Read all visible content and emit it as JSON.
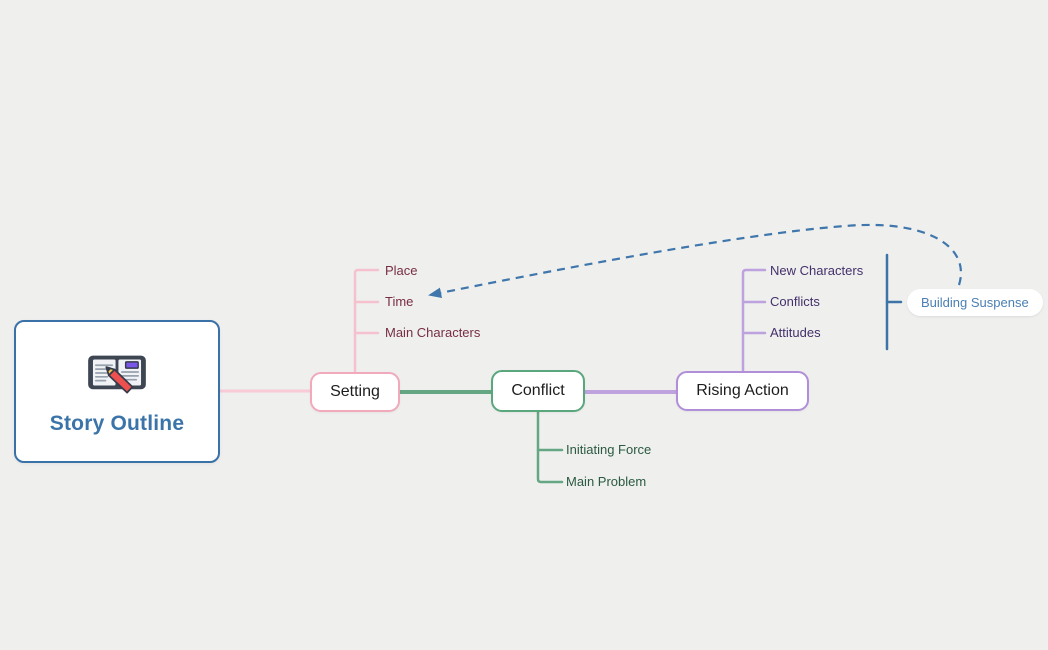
{
  "canvas": {
    "background_color": "#efefee"
  },
  "root": {
    "label": "Story Outline",
    "accent_color": "#3a72a8",
    "icon": "open-book-with-pencil-icon"
  },
  "branches": [
    {
      "label": "Setting",
      "border_color": "#f0aabc",
      "line_color": "#f5c1ce",
      "child_text_color": "#772e44",
      "children": [
        "Place",
        "Time",
        "Main Characters"
      ]
    },
    {
      "label": "Conflict",
      "border_color": "#5ba77d",
      "line_color": "#65a783",
      "child_text_color": "#2b5a42",
      "children": [
        "Initiating Force",
        "Main Problem"
      ]
    },
    {
      "label": "Rising Action",
      "border_color": "#b18ed8",
      "line_color": "#bda2de",
      "child_text_color": "#44306b",
      "children": [
        "New Characters",
        "Conflicts",
        "Attitudes"
      ]
    }
  ],
  "annotation": {
    "label": "Building Suspense",
    "text_color": "#4a7fb3",
    "line_color": "#3c74a8",
    "arrow": {
      "from": "Building Suspense",
      "to": "Time",
      "style": "dashed"
    }
  }
}
